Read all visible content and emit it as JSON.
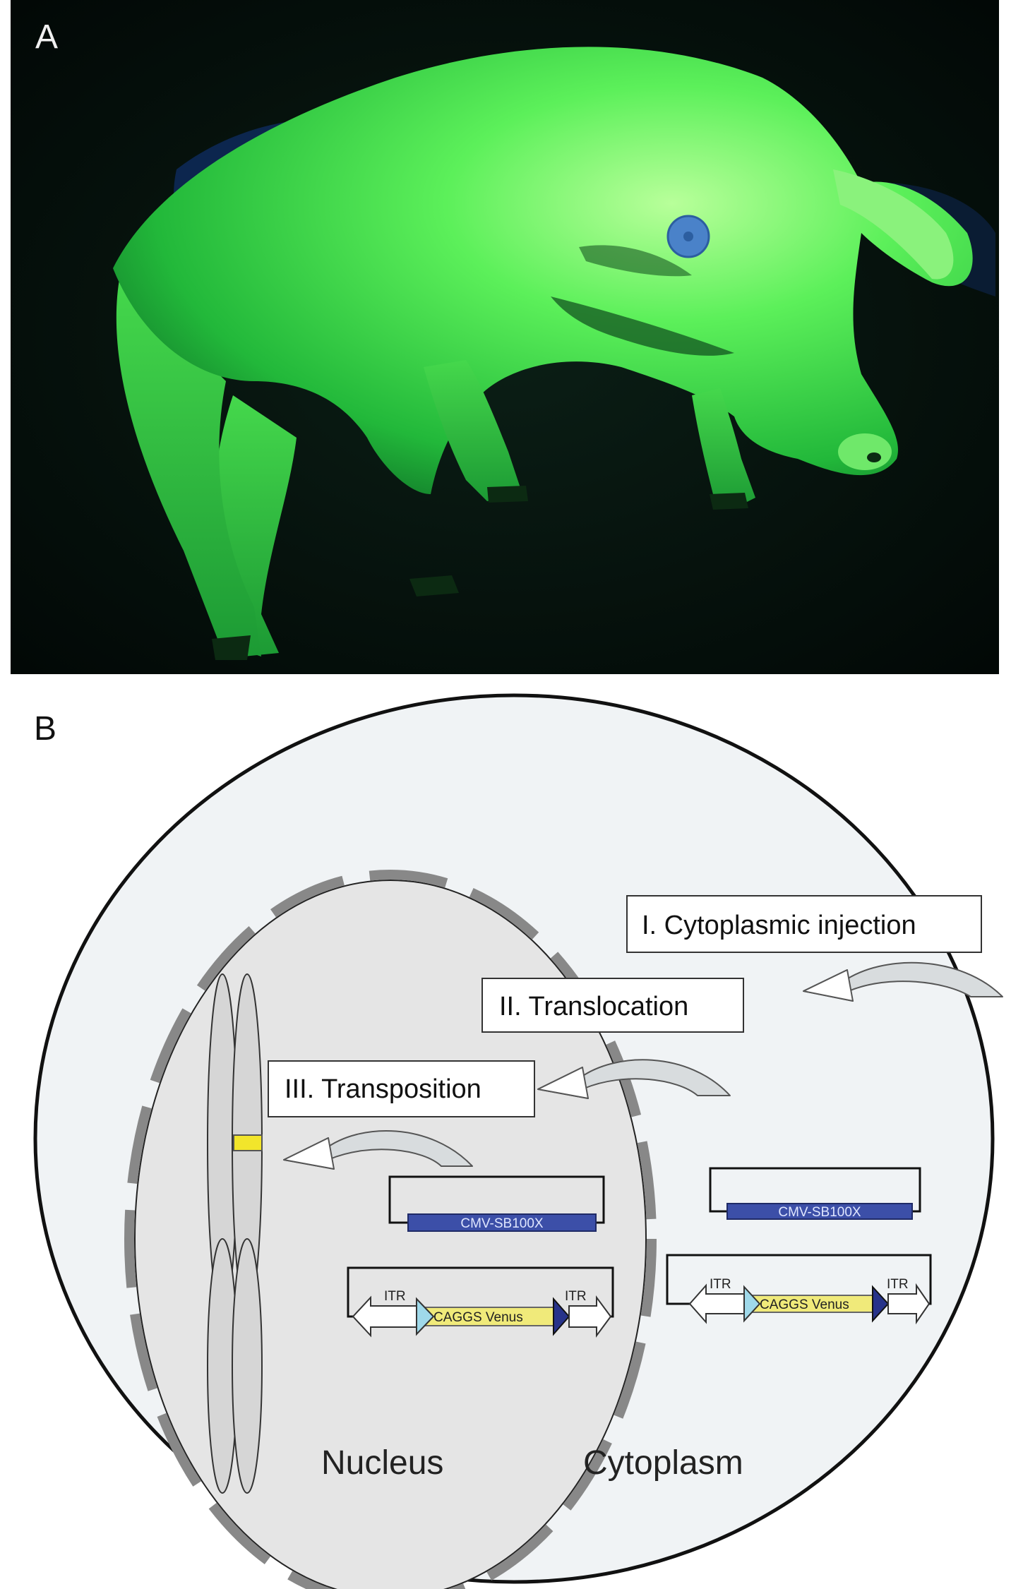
{
  "panel_a": {
    "letter": "A"
  },
  "panel_b": {
    "letter": "B",
    "steps": {
      "step1": "I. Cytoplasmic injection",
      "step2": "II. Translocation",
      "step3": "III. Transposition"
    },
    "compartments": {
      "nucleus": "Nucleus",
      "cytoplasm": "Cytoplasm"
    },
    "constructs": {
      "transposase": "CMV-SB100X",
      "transposon": "CAGGS Venus",
      "itr": "ITR"
    },
    "colors": {
      "cell_fill": "#f0f3f5",
      "nucleus_fill": "#e8e8e8",
      "envelope": "#888888",
      "transposase_bar": "#3c4fa8",
      "transposon_bar": "#f0ea7a",
      "integration_site": "#f2e52b",
      "fluorescence": "#3ee04a"
    }
  }
}
